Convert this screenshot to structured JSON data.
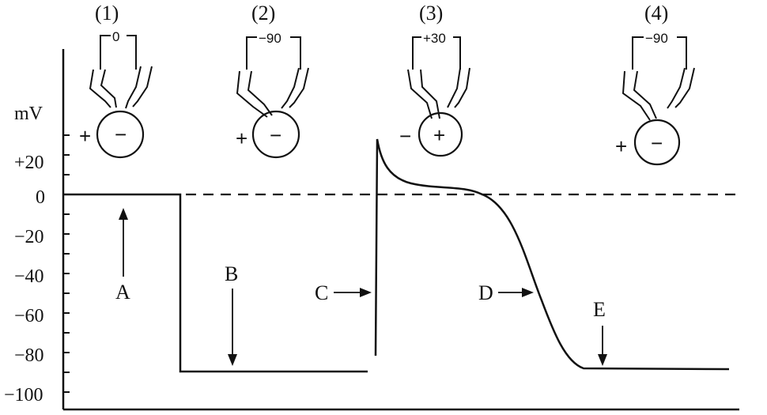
{
  "y_axis": {
    "unit": "mV",
    "ticks": [
      "+20",
      "0",
      "−20",
      "−40",
      "−60",
      "−80",
      "−100"
    ]
  },
  "panels": [
    {
      "label": "(1)",
      "meter": "0",
      "outside": "+",
      "inside": "−"
    },
    {
      "label": "(2)",
      "meter": "−90",
      "outside": "+",
      "inside": "−"
    },
    {
      "label": "(3)",
      "meter": "+30",
      "outside": "−",
      "inside": "+"
    },
    {
      "label": "(4)",
      "meter": "−90",
      "outside": "+",
      "inside": "−"
    }
  ],
  "annotations": [
    "A",
    "B",
    "C",
    "D",
    "E"
  ]
}
